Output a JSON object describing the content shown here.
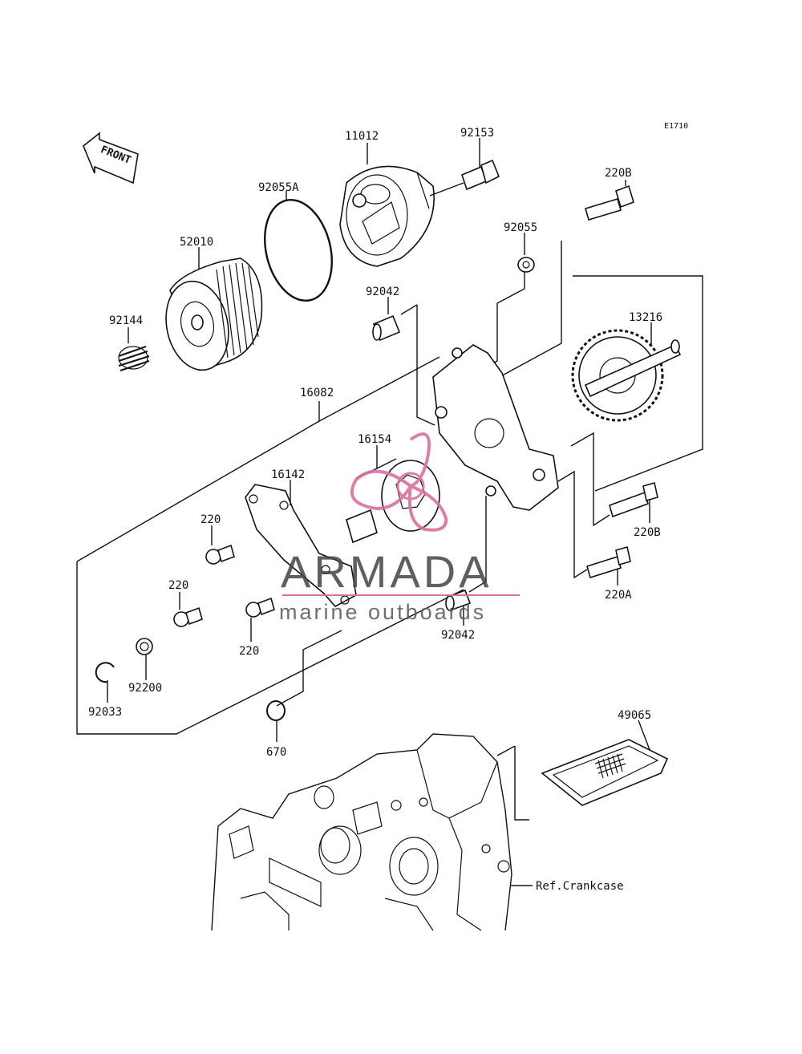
{
  "diagram": {
    "code": "E1710",
    "front_label": "FRONT",
    "parts": [
      {
        "id": "p11012",
        "label": "11012"
      },
      {
        "id": "p92153",
        "label": "92153"
      },
      {
        "id": "p92055A",
        "label": "92055A"
      },
      {
        "id": "p220B_top",
        "label": "220B"
      },
      {
        "id": "p52010",
        "label": "52010"
      },
      {
        "id": "p92055",
        "label": "92055"
      },
      {
        "id": "p92042_top",
        "label": "92042"
      },
      {
        "id": "p92144",
        "label": "92144"
      },
      {
        "id": "p13216",
        "label": "13216"
      },
      {
        "id": "p16082",
        "label": "16082"
      },
      {
        "id": "p16154",
        "label": "16154"
      },
      {
        "id": "p16142",
        "label": "16142"
      },
      {
        "id": "p220_a",
        "label": "220"
      },
      {
        "id": "p220B_bot",
        "label": "220B"
      },
      {
        "id": "p220_b",
        "label": "220"
      },
      {
        "id": "p220A",
        "label": "220A"
      },
      {
        "id": "p220_c",
        "label": "220"
      },
      {
        "id": "p92042_bot",
        "label": "92042"
      },
      {
        "id": "p92200",
        "label": "92200"
      },
      {
        "id": "p92033",
        "label": "92033"
      },
      {
        "id": "p670",
        "label": "670"
      },
      {
        "id": "p49065",
        "label": "49065"
      },
      {
        "id": "pref",
        "label": "Ref.Crankcase"
      }
    ]
  },
  "watermark": {
    "brand": "ARMADA",
    "tagline": "marine outboards",
    "accent": "#d9719f"
  }
}
